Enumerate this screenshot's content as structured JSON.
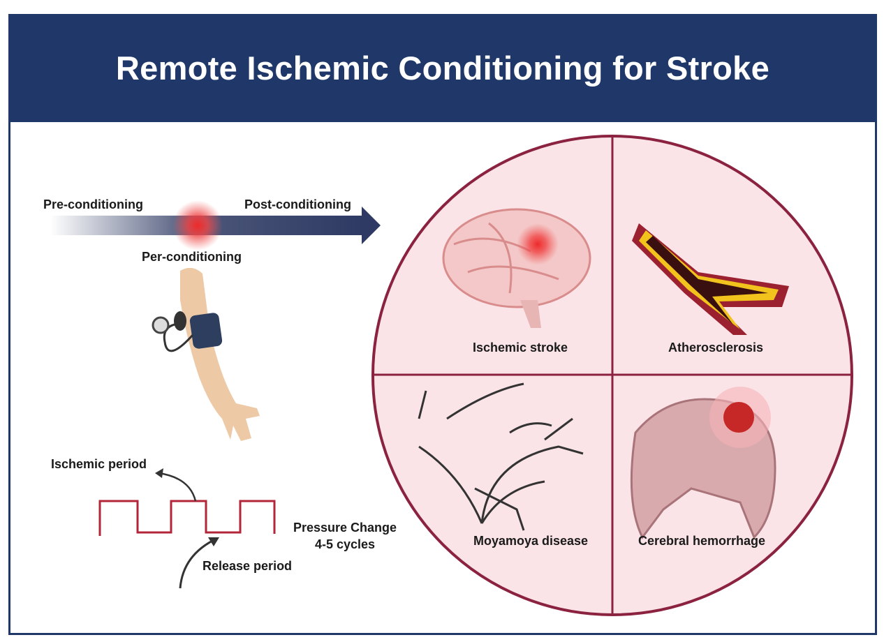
{
  "title": "Remote Ischemic Conditioning for Stroke",
  "timeline": {
    "pre": "Pre-conditioning",
    "per": "Per-conditioning",
    "post": "Post-conditioning"
  },
  "waveform": {
    "ischemic": "Ischemic period",
    "release": "Release period",
    "pressure_line1": "Pressure Change",
    "pressure_line2": "4-5 cycles"
  },
  "quadrants": [
    {
      "label": "Ischemic stroke"
    },
    {
      "label": "Atherosclerosis"
    },
    {
      "label": "Moyamoya disease"
    },
    {
      "label": "Cerebral hemorrhage"
    }
  ],
  "colors": {
    "navy": "#1f3869",
    "maroon": "#8b2240",
    "pink": "#fbe4e8",
    "wave": "#b3263a"
  }
}
